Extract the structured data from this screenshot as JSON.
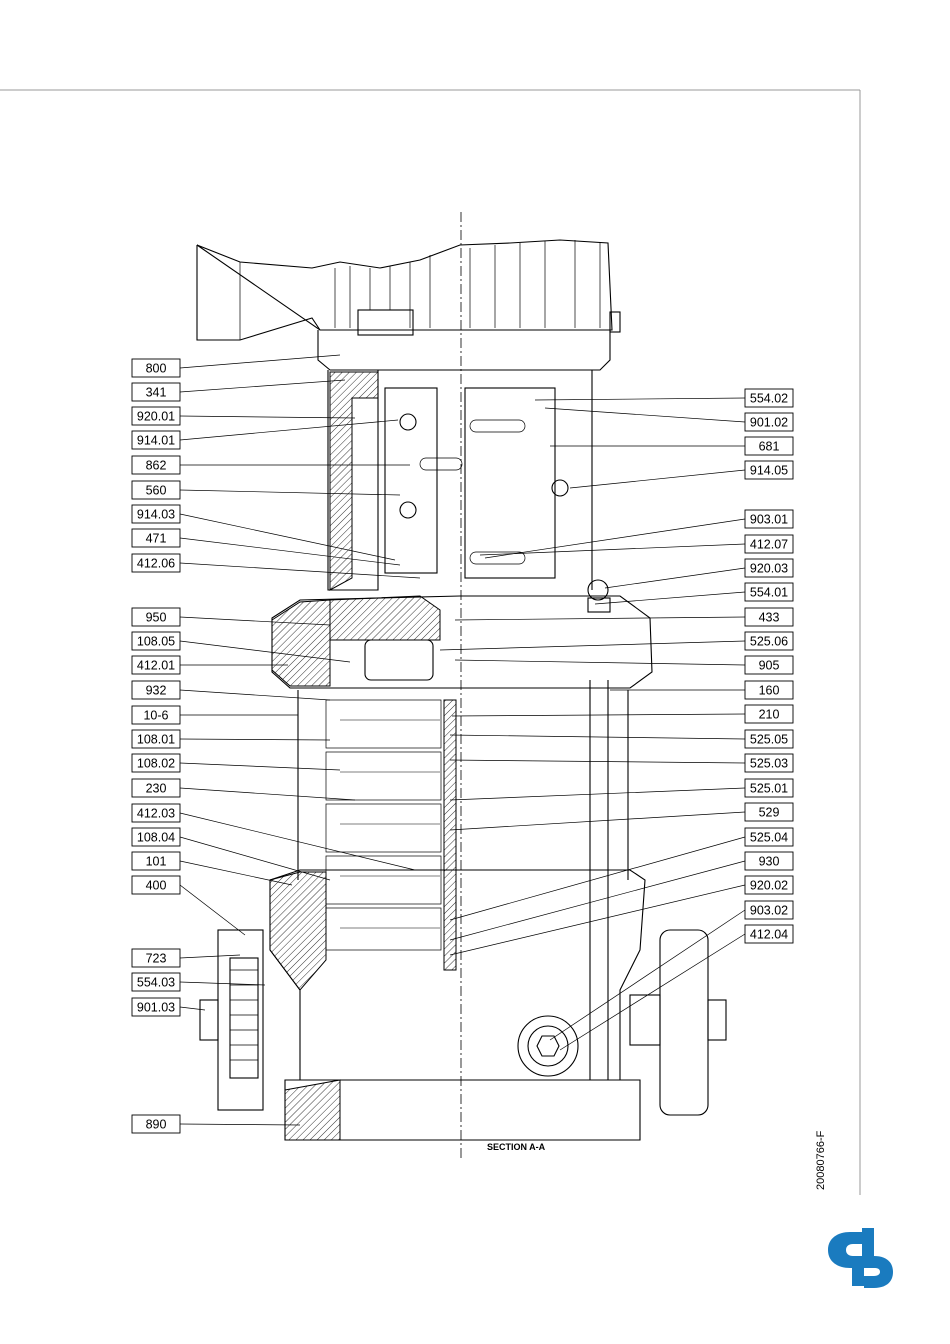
{
  "drawing": {
    "section_label": "SECTION  A-A",
    "drawing_code": "20080766-F"
  },
  "brand": {
    "color": "#1a7bbf",
    "icon": "dp-logo"
  },
  "labels_left": [
    "800",
    "341",
    "920.01",
    "914.01",
    "862",
    "560",
    "914.03",
    "471",
    "412.06",
    "950",
    "108.05",
    "412.01",
    "932",
    "10-6",
    "108.01",
    "108.02",
    "230",
    "412.03",
    "108.04",
    "101",
    "400",
    "723",
    "554.03",
    "901.03",
    "890"
  ],
  "labels_right": [
    "554.02",
    "901.02",
    "681",
    "914.05",
    "903.01",
    "412.07",
    "920.03",
    "554.01",
    "433",
    "525.06",
    "905",
    "160",
    "210",
    "525.05",
    "525.03",
    "525.01",
    "529",
    "525.04",
    "930",
    "920.02",
    "903.02",
    "412.04"
  ]
}
